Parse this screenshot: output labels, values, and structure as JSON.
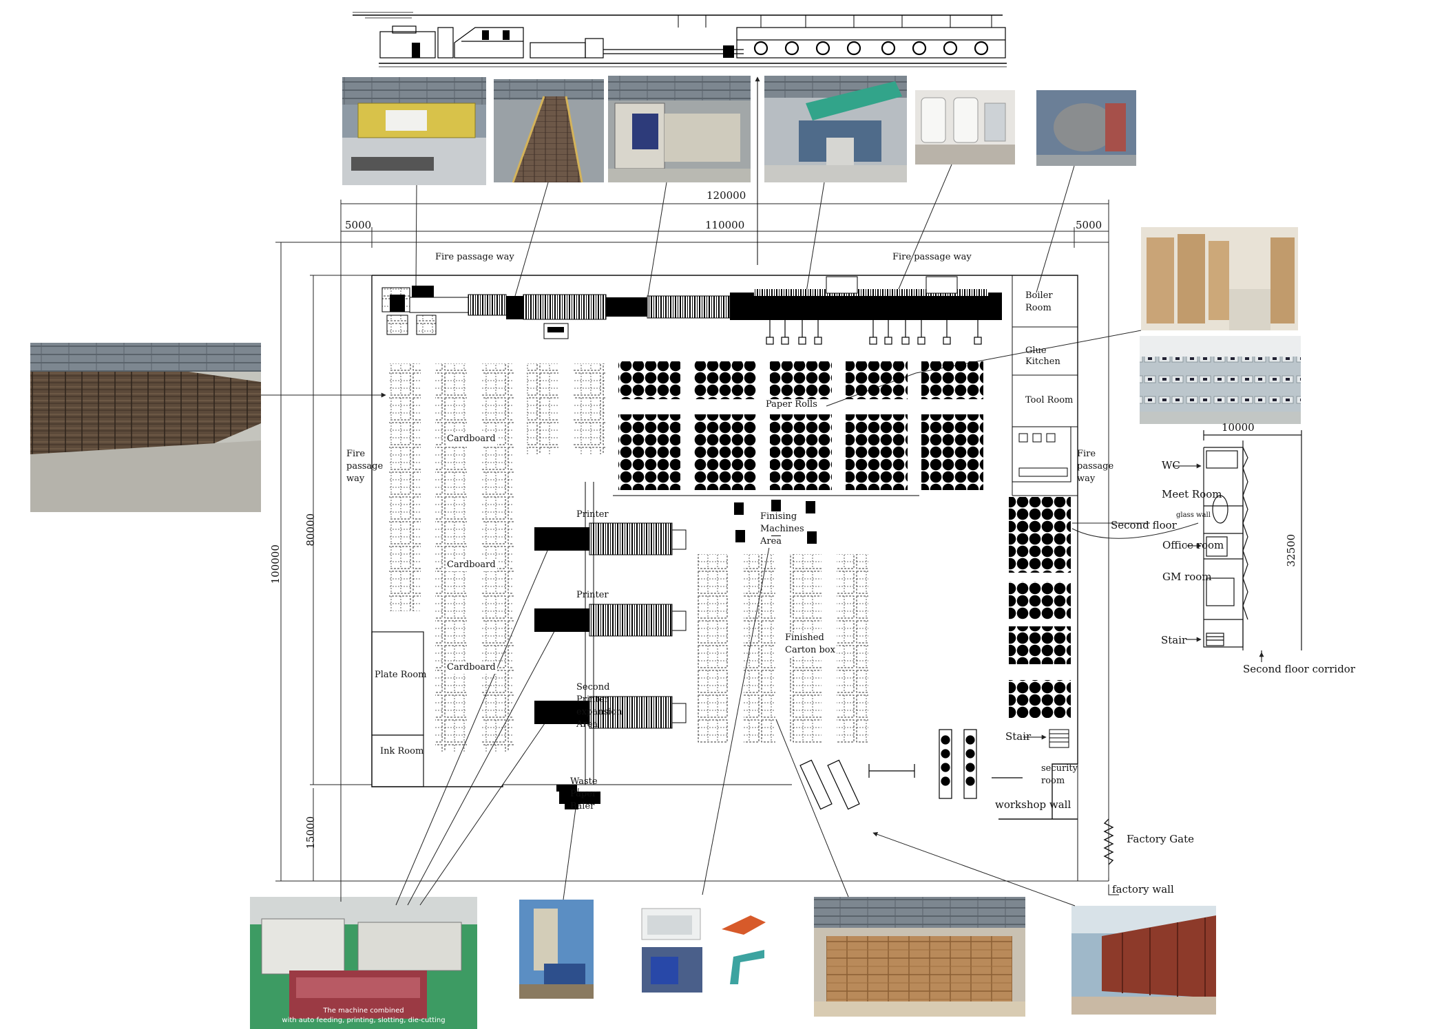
{
  "dimensions": {
    "total_width": "120000",
    "inner_width": "110000",
    "left_margin": "5000",
    "right_margin": "5000",
    "total_height": "100000",
    "inner_height": "80000",
    "bottom_margin": "15000",
    "office_width": "10000",
    "office_length": "32500"
  },
  "labels": {
    "fire_top_left": "Fire passage way",
    "fire_top_right": "Fire passage way",
    "fire_left_1": "Fire",
    "fire_left_2": "passage",
    "fire_left_3": "way",
    "fire_right_1": "Fire",
    "fire_right_2": "passage",
    "fire_right_3": "way",
    "boiler_1": "Boiler",
    "boiler_2": "Room",
    "glue_1": "Glue",
    "glue_2": "Kitchen",
    "tool_room": "Tool Room",
    "paper_rolls": "Paper Rolls",
    "cardboard_1": "Cardboard",
    "cardboard_2": "Cardboard",
    "cardboard_3": "Cardboard",
    "printer_1": "Printer",
    "printer_2": "Printer",
    "second_1": "Second",
    "second_2": "Printer",
    "second_3": "expansion",
    "second_4": "Area",
    "finishing_1": "Finising",
    "finishing_2": "Machines",
    "finishing_3": "Area",
    "finished_1": "Finished",
    "finished_2": "Carton box",
    "plate_room": "Plate Room",
    "ink_room": "Ink Room",
    "waste_1": "Waste",
    "waste_2": "Paper",
    "waste_3": "Baler",
    "stair_main": "Stair",
    "security_1": "security",
    "security_2": "room",
    "workshop_wall": "workshop wall",
    "factory_gate": "Factory Gate",
    "factory_wall": "factory wall",
    "wc": "WC",
    "meet_room": "Meet Room",
    "glass_wall": "glass wall",
    "office_room": "Office room",
    "gm_room": "GM room",
    "stair_office": "Stair",
    "second_floor": "Second floor",
    "second_floor_corridor": "Second floor corridor",
    "machine_caption_1": "The machine combined",
    "machine_caption_2": "with auto feeding, printing, slotting, die-cutting"
  }
}
